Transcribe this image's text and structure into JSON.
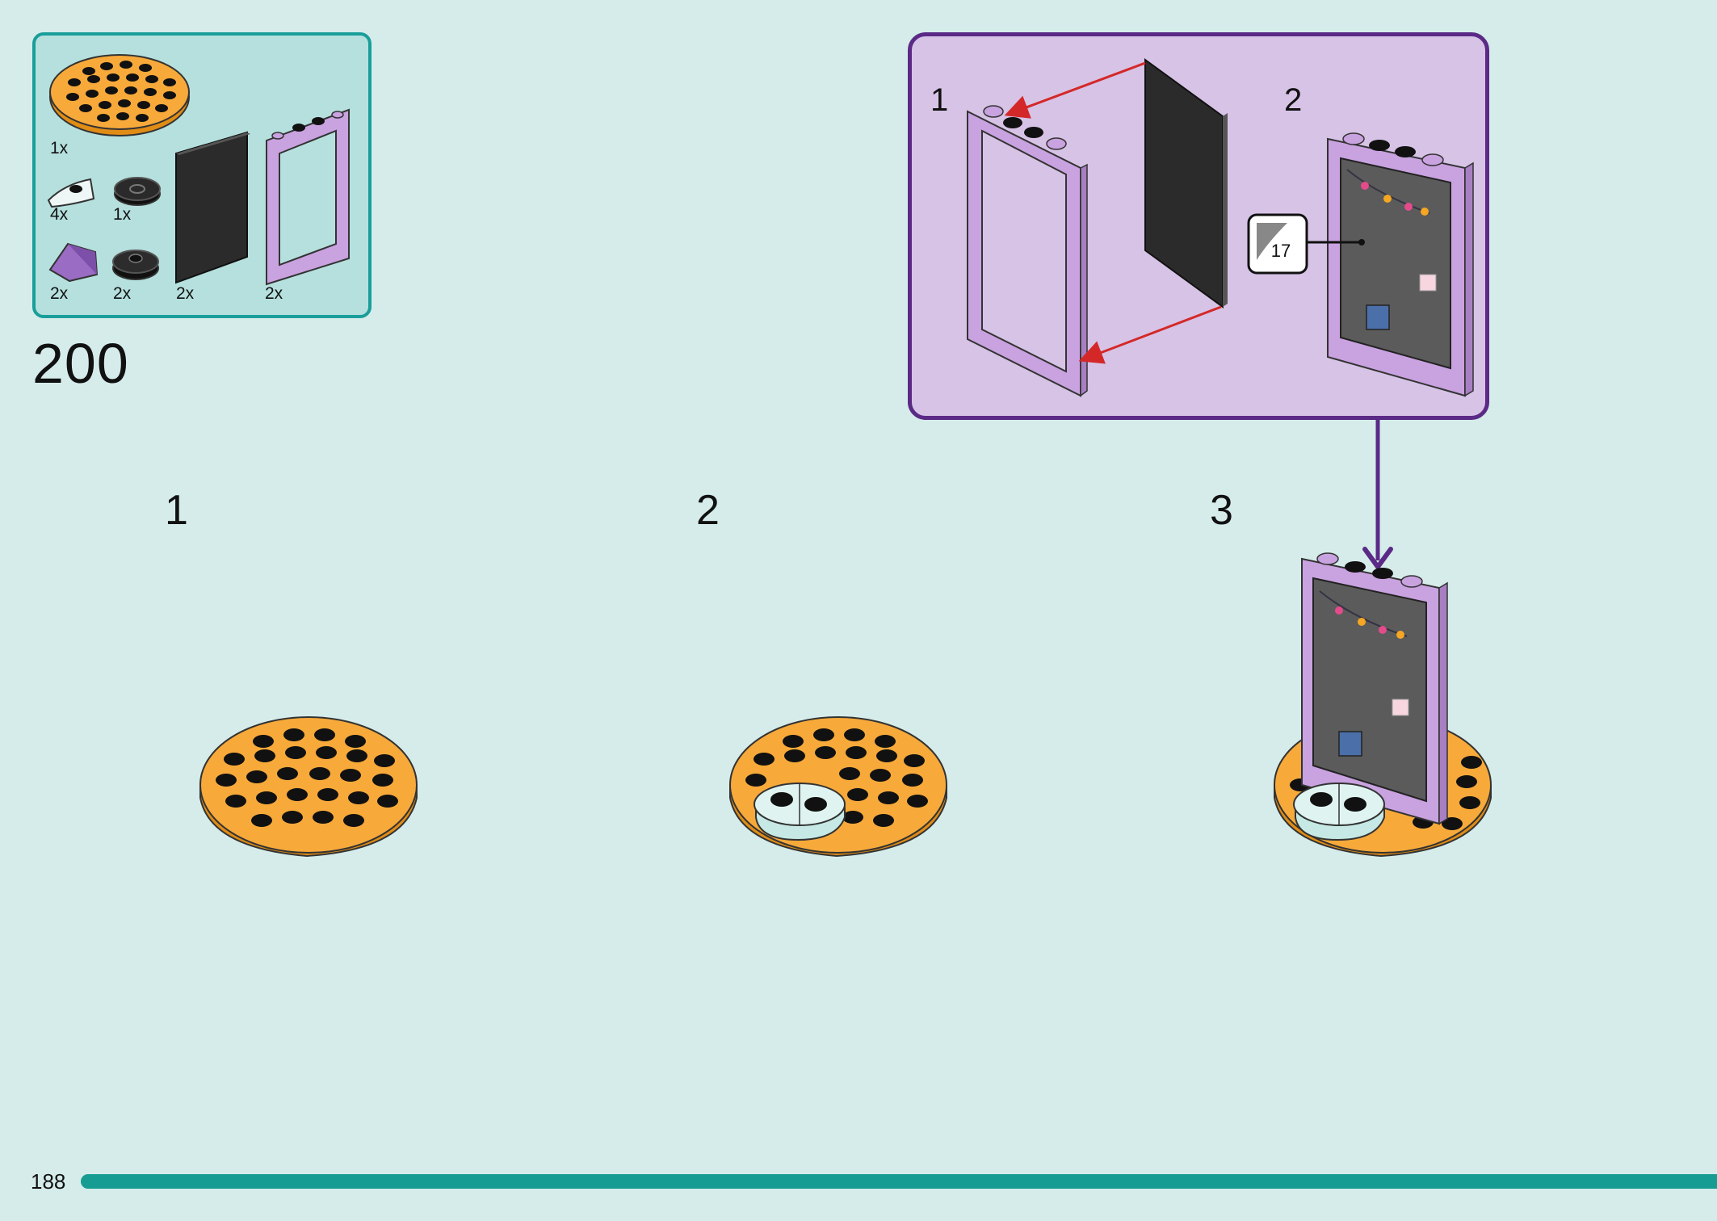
{
  "parts_list": {
    "items": [
      {
        "name": "orange-round-plate",
        "qty": "1x"
      },
      {
        "name": "trans-clear-clip-plate",
        "qty": "4x"
      },
      {
        "name": "black-round-tile",
        "qty": "1x"
      },
      {
        "name": "lavender-slope",
        "qty": "2x"
      },
      {
        "name": "black-round-jumper-plate",
        "qty": "2x"
      },
      {
        "name": "black-panel",
        "qty": "2x"
      },
      {
        "name": "lavender-window-frame",
        "qty": "2x"
      }
    ]
  },
  "step": {
    "number": "200"
  },
  "substeps": [
    {
      "label": "1"
    },
    {
      "label": "2"
    },
    {
      "label": "3"
    }
  ],
  "callout": {
    "substeps": [
      {
        "label": "1"
      },
      {
        "label": "2"
      }
    ],
    "sticker": {
      "number": "17"
    }
  },
  "page": {
    "number": "188"
  },
  "colors": {
    "background": "#d5ecea",
    "parts_box_border": "#1a9e9a",
    "callout_border": "#5b2a86",
    "callout_fill": "#d7c3e6",
    "orange": "#f5a623",
    "lavender": "#c9a2e0",
    "footer_bar": "#169c92",
    "arrow_red": "#d42828"
  }
}
